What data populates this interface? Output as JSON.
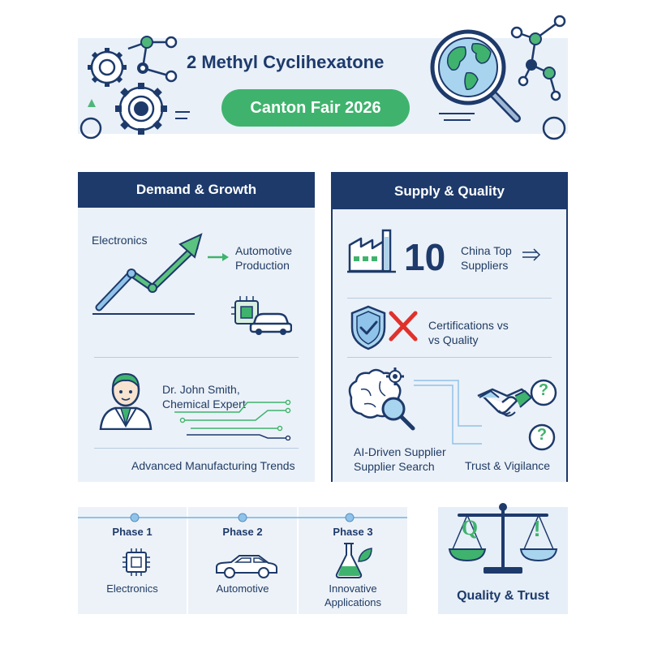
{
  "header": {
    "title": "2 Methyl Cyclihexatone",
    "event": "Canton Fair 2026"
  },
  "demand": {
    "heading": "Demand & Growth",
    "electronics": "Electronics",
    "automotive_line1": "Automotive",
    "automotive_line2": "Production",
    "expert_line1": "Dr. John Smith,",
    "expert_line2": "Chemical Expert",
    "trends": "Advanced Manufacturing Trends"
  },
  "supply": {
    "heading": "Supply & Quality",
    "supplier_count": "10",
    "suppliers_line1": "China Top",
    "suppliers_line2": "Suppliers",
    "cert_line1": "Certifications vs",
    "cert_line2": "vs Quality",
    "ai_line1": "AI-Driven Supplier",
    "ai_line2": "Supplier Search",
    "trust": "Trust & Vigilance"
  },
  "timeline": {
    "phases": [
      {
        "label": "Phase 1",
        "name": "Electronics",
        "name2": ""
      },
      {
        "label": "Phase 2",
        "name": "Automotive",
        "name2": ""
      },
      {
        "label": "Phase 3",
        "name": "Innovative",
        "name2": "Applications"
      }
    ]
  },
  "quality": {
    "label": "Quality & Trust",
    "q_symbol": "Q",
    "bang_symbol": "!"
  },
  "icons": [
    "gear-icon",
    "molecule-icon",
    "globe-magnifier-icon",
    "growth-arrow-icon",
    "chip-icon",
    "car-icon",
    "expert-avatar-icon",
    "factory-icon",
    "shield-check-icon",
    "cross-icon",
    "brain-search-icon",
    "handshake-icon",
    "question-icon",
    "flask-icon",
    "scale-icon"
  ],
  "colors": {
    "navy": "#1d3a6b",
    "green": "#3fb36d",
    "light_blue": "#ebf1f8",
    "red": "#e0312b"
  }
}
